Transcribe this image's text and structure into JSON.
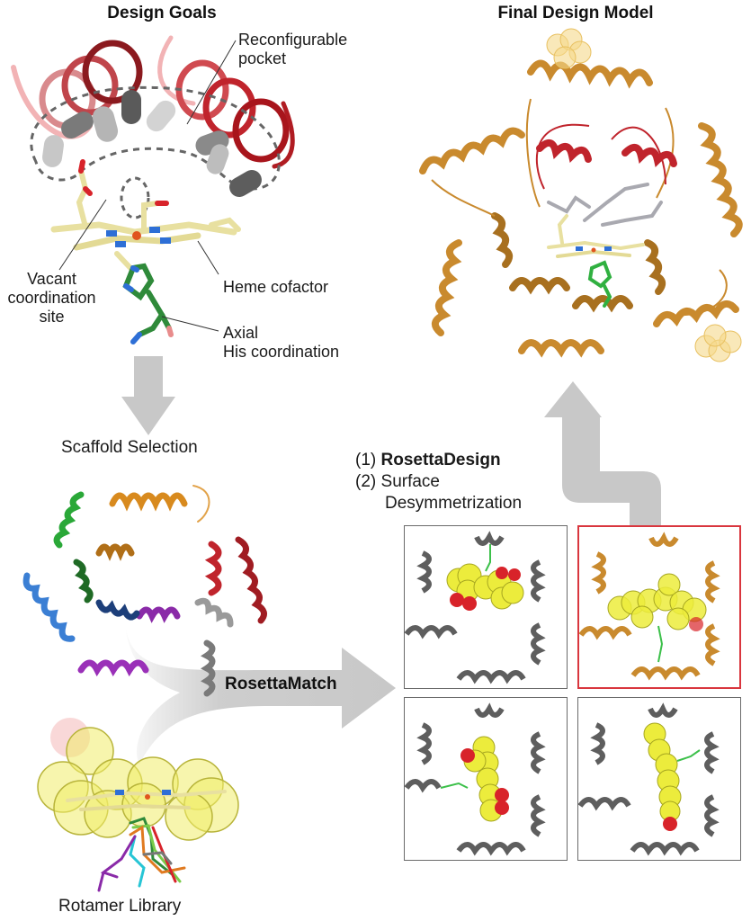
{
  "sections": {
    "design_goals": {
      "title": "Design Goals",
      "callouts": {
        "pocket": [
          "Reconfigurable",
          "pocket"
        ],
        "vacant": [
          "Vacant",
          "coordination",
          "site"
        ],
        "heme": "Heme cofactor",
        "axial": [
          "Axial",
          "His coordination"
        ]
      }
    },
    "final_model": {
      "title": "Final Design Model"
    },
    "scaffold": {
      "title": "Scaffold Selection"
    },
    "rotamer": {
      "title": "Rotamer Library"
    },
    "match_arrow": {
      "label": "RosettaMatch"
    },
    "design_steps": {
      "step1_num": "(1)",
      "step1_label": "RosettaDesign",
      "step2_num": "(2)",
      "step2_line1": "Surface",
      "step2_line2": "Desymmetrization"
    },
    "match_panels": [
      {
        "id": "match-1",
        "selected": false
      },
      {
        "id": "match-2",
        "selected": true
      },
      {
        "id": "match-3",
        "selected": false
      },
      {
        "id": "match-4",
        "selected": false
      }
    ]
  },
  "colors": {
    "arrow": "#c8c8c8",
    "helix_red": "#c0242c",
    "helix_orange": "#c98a2e",
    "heme_stick": "#e8e0a0",
    "heme_sphere": "#e6e63a",
    "oxygen": "#d8232a",
    "nitrogen": "#2e6fd6",
    "his_green": "#2f8a3a",
    "selected_border": "#d9363e",
    "panel_border": "#6b6b6b",
    "grey_helix": "#6e6e6e"
  }
}
